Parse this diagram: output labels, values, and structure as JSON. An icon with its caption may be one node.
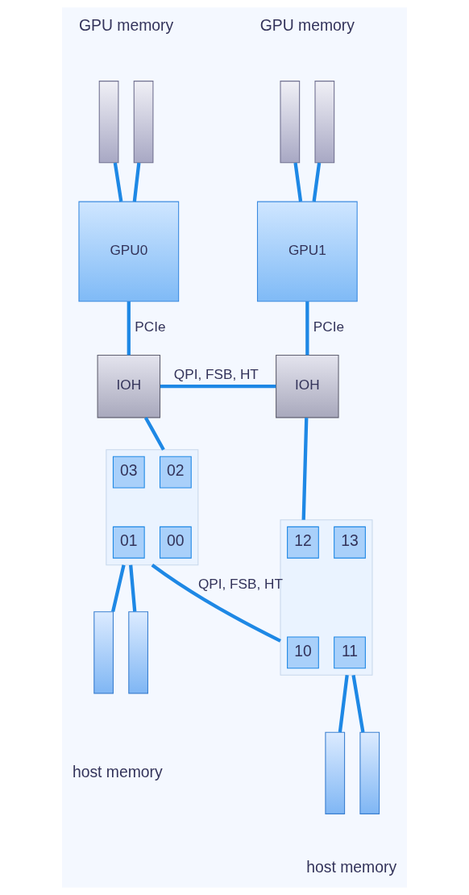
{
  "diagram": {
    "nodes": [
      {
        "text": [],
        "shape": "bar"
      },
      {
        "text": [],
        "shape": "bar"
      },
      {
        "text": [],
        "shape": "bar"
      },
      {
        "text": [],
        "shape": "bar"
      },
      {
        "text": [
          "GPU0"
        ]
      },
      {
        "text": [
          "GPU1"
        ]
      },
      {
        "text": [
          "IOH"
        ]
      },
      {
        "text": [
          "IOH"
        ]
      },
      {
        "text": [],
        "shape": "box"
      },
      {
        "text": [
          "02"
        ],
        "in": 8
      },
      {
        "text": [
          "03"
        ],
        "in": 8
      },
      {
        "text": [
          "00"
        ],
        "in": 8
      },
      {
        "text": [
          "01"
        ],
        "in": 8
      },
      {
        "text": [],
        "shape": "box"
      },
      {
        "text": [
          "12"
        ],
        "in": 13
      },
      {
        "text": [
          "13"
        ],
        "in": 13
      },
      {
        "text": [
          "10"
        ],
        "in": 13
      },
      {
        "text": [
          "11"
        ],
        "in": 13
      },
      {
        "text": [],
        "shape": "bar"
      },
      {
        "text": [],
        "shape": "bar"
      },
      {
        "text": [],
        "shape": "bar"
      },
      {
        "text": [],
        "shape": "bar"
      }
    ],
    "edges": [
      {
        "from": 0,
        "to": 4,
        "arrow": "none"
      },
      {
        "from": 1,
        "to": 4,
        "arrow": "none"
      },
      {
        "from": 2,
        "to": 5,
        "arrow": "none"
      },
      {
        "from": 3,
        "to": 5,
        "arrow": "none"
      },
      {
        "from": 4,
        "to": 6,
        "arrow": "none",
        "label": "PCIe"
      },
      {
        "from": 5,
        "to": 7,
        "arrow": "none",
        "label": "PCIe"
      },
      {
        "from": 6,
        "to": 7,
        "arrow": "none",
        "label": "QPI, FSB, HT"
      },
      {
        "from": 6,
        "to": 8,
        "arrow": "none"
      },
      {
        "from": 7,
        "to": 13,
        "arrow": "none"
      },
      {
        "from": 8,
        "to": 13,
        "arrow": "none",
        "label": "QPI, FSB, HT"
      },
      {
        "from": 8,
        "to": 18,
        "arrow": "none"
      },
      {
        "from": 8,
        "to": 19,
        "arrow": "none"
      },
      {
        "from": 13,
        "to": 20,
        "arrow": "none"
      },
      {
        "from": 13,
        "to": 21,
        "arrow": "none"
      }
    ],
    "labels": [
      "GPU memory",
      "GPU memory",
      "host memory",
      "host memory"
    ]
  }
}
